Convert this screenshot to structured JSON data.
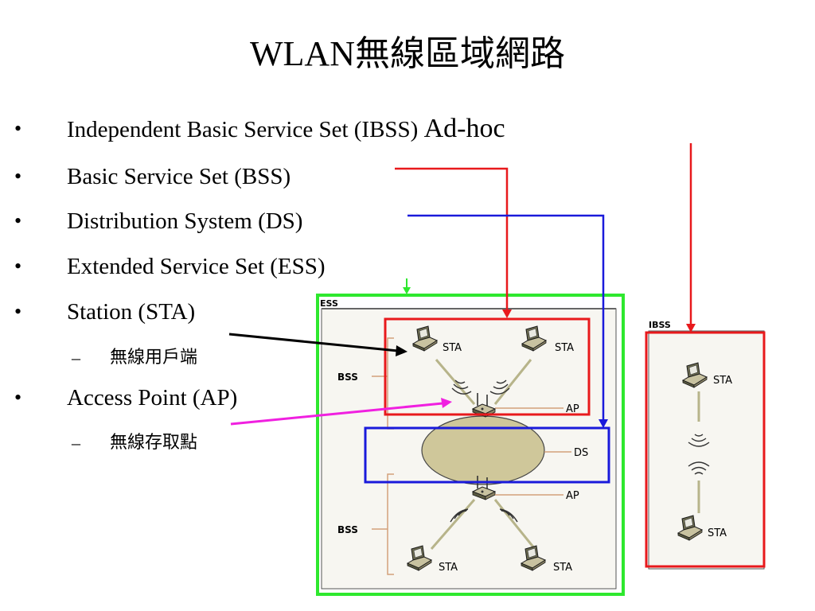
{
  "title": "WLAN無線區域網路",
  "bullets": [
    {
      "text": "Independent Basic Service Set (IBSS) ",
      "extra": "Ad-hoc"
    },
    {
      "text": "Basic Service Set (BSS)"
    },
    {
      "text": "Distribution System (DS)"
    },
    {
      "text": "Extended Service Set (ESS)"
    },
    {
      "text": "Station (STA)",
      "sub": "無線用戶端"
    },
    {
      "text": "Access Point (AP)",
      "sub": "無線存取點"
    }
  ],
  "diagram": {
    "ess_label": "ESS",
    "ibss_label": "IBSS",
    "bss_label": "BSS",
    "sta_label": "STA",
    "ap_label": "AP",
    "ds_label": "DS"
  },
  "colors": {
    "bss_arrow": "#e8191c",
    "ds_arrow": "#1a1adb",
    "ess_frame": "#2ee82e",
    "sta_arrow": "#000000",
    "ap_arrow": "#f020e0",
    "ds_ellipse": "#cfc79a",
    "bracket": "#d4a07a"
  }
}
